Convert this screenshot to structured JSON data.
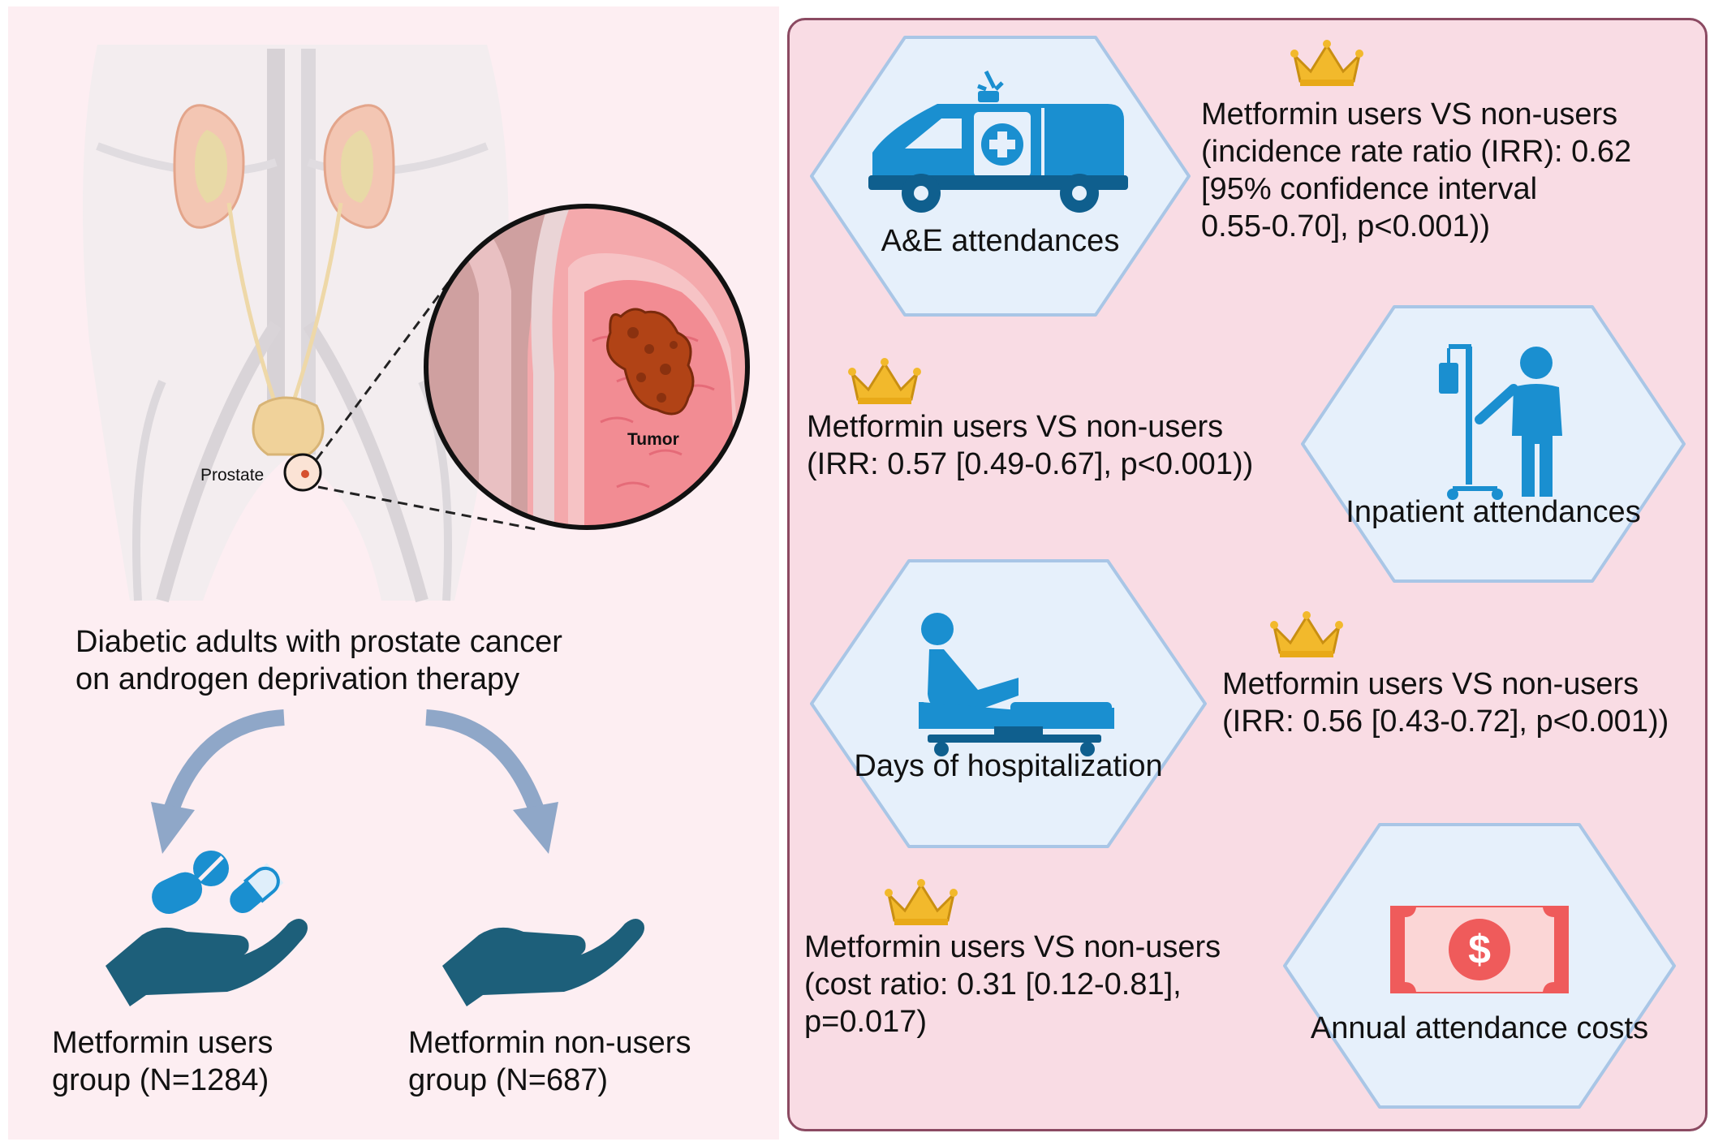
{
  "left": {
    "prostate_label": "Prostate",
    "tumor_label": "Tumor",
    "population": [
      "Diabetic adults with prostate cancer",
      "on androgen deprivation therapy"
    ],
    "users_group": [
      "Metformin users",
      "group (N=1284)"
    ],
    "nonusers_group": [
      "Metformin non-users",
      "group (N=687)"
    ]
  },
  "panels": [
    {
      "label": "A&E attendances",
      "icon": "ambulance-icon",
      "result": [
        "Metformin users VS non-users",
        "(incidence rate ratio (IRR): 0.62",
        "[95% confidence interval",
        "0.55-0.70], p<0.001))"
      ]
    },
    {
      "label": "Inpatient attendances",
      "icon": "patient-iv-icon",
      "result": [
        "Metformin users VS non-users",
        "(IRR: 0.57 [0.49-0.67], p<0.001))"
      ]
    },
    {
      "label": "Days of hospitalization",
      "icon": "hospital-bed-icon",
      "result": [
        "Metformin users VS non-users",
        "(IRR: 0.56 [0.43-0.72], p<0.001))"
      ]
    },
    {
      "label": "Annual attendance costs",
      "icon": "dollar-bill-icon",
      "result": [
        "Metformin users VS non-users",
        "(cost ratio: 0.31 [0.12-0.81],",
        "p=0.017)"
      ]
    }
  ],
  "colors": {
    "left_bg": "#fdeef2",
    "right_bg": "#f9dce4",
    "border": "#8b4a62",
    "hex_fill": "#e6f0fb",
    "hex_stroke": "#a9c6e6",
    "icon_blue": "#1a8fd0",
    "hand_teal": "#1d5f7a",
    "crown": "#f2b92c",
    "bill": "#ef5b5b"
  }
}
